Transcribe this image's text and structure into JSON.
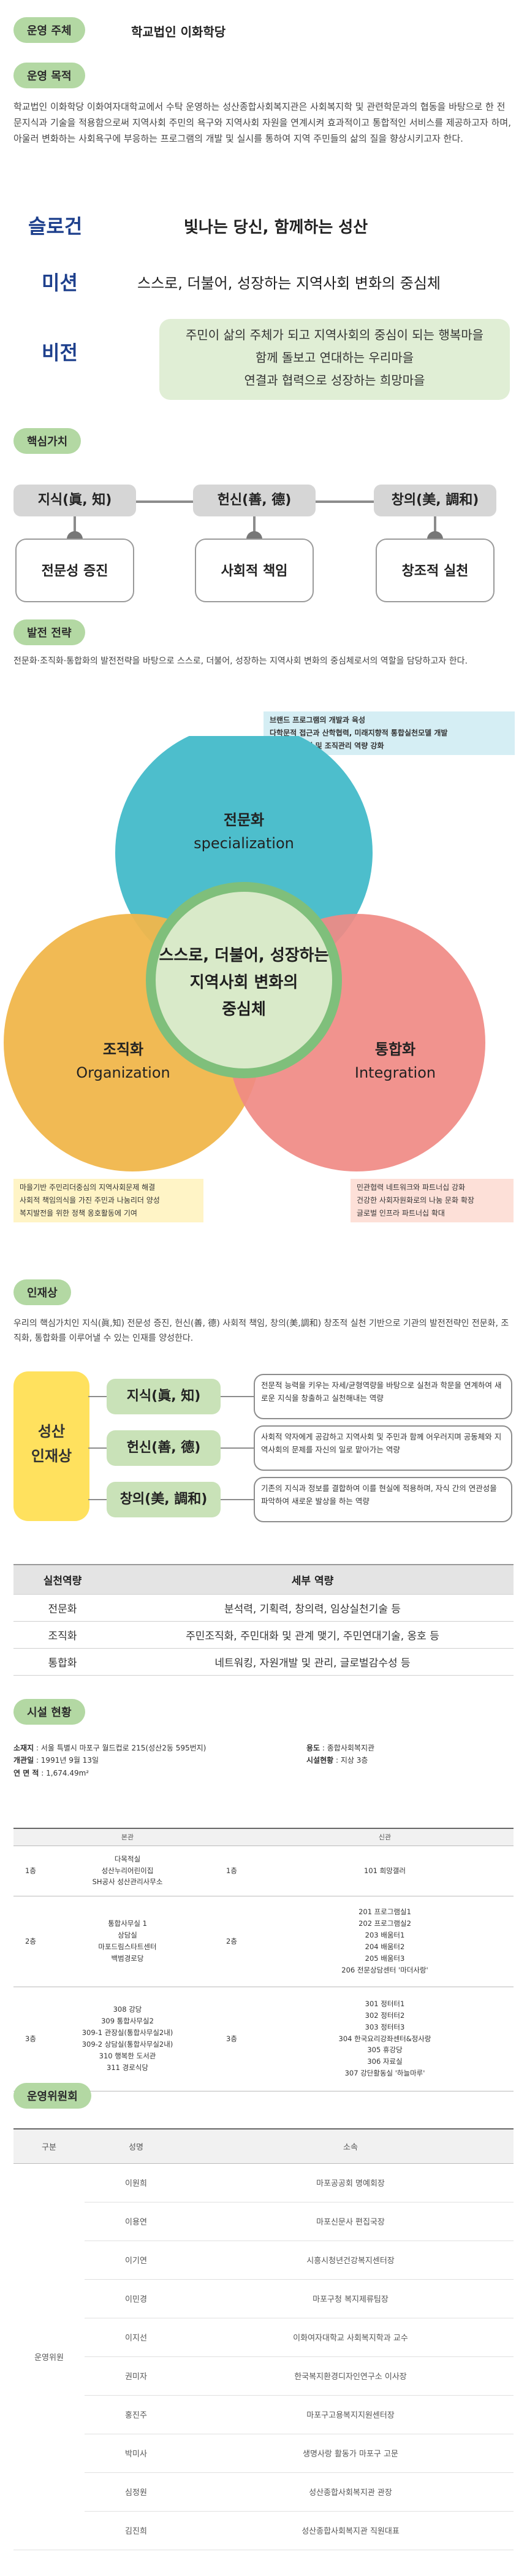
{
  "operator": {
    "label": "운영 주체",
    "value": "학교법인 이화학당"
  },
  "purpose": {
    "label": "운영 목적",
    "text": "학교법인 이화학당 이화여자대학교에서 수탁 운영하는 성산종합사회복지관은 사회복지학 및 관련학문과의 협동을 바탕으로 한 전문지식과 기술을 적용함으로써 지역사회 주민의 욕구와 지역사회 자원을 연계시켜 효과적이고 통합적인 서비스를 제공하고자 하며, 아울러 변화하는 사회욕구에 부응하는 프로그램의 개발 및 실시를 통하여 지역 주민들의 삶의 질을 향상시키고자 한다."
  },
  "slogan": {
    "label": "슬로건",
    "value": "빛나는 당신, 함께하는 성산"
  },
  "mission": {
    "label": "미션",
    "value": "스스로, 더불어, 성장하는 지역사회 변화의 중심체"
  },
  "vision": {
    "label": "비전",
    "lines": [
      "주민이 삶의 주체가 되고 지역사회의 중심이 되는 행복마을",
      "함께 돌보고 연대하는 우리마을",
      "연결과 협력으로 성장하는 희망마을"
    ]
  },
  "core_values": {
    "label": "핵심가치",
    "items": [
      {
        "title": "지식(眞, 知)",
        "value": "전문성 증진"
      },
      {
        "title": "헌신(善, 德)",
        "value": "사회적 책임"
      },
      {
        "title": "창의(美, 調和)",
        "value": "창조적 실천"
      }
    ]
  },
  "strategy": {
    "label": "발전 전략",
    "text": "전문화·조직화·통합화의 발전전략을 바탕으로 스스로, 더불어, 성장하는 지역사회 변화의 중심체로서의 역할을 담당하고자 한다.",
    "top_callout": [
      "브랜드 프로그램의 개발과 육성",
      "다학문적 접근과 산학협력, 미래지향적 통합실천모델 개발",
      "전문인력 양성 및 조직관리 역량 강화"
    ],
    "left_callout": [
      "마을기반 주민리더중심의 지역사회문제 해결",
      "사회적 책임의식을 가진 주민과 나눔리더 양성",
      "복지발전을 위한 정책 옹호활동에 기여"
    ],
    "right_callout": [
      "민관협력 네트워크와 파트너십 강화",
      "건강한 사회자원화로의 나눔 문화 확장",
      "글로벌 인프라 파트너십 확대"
    ],
    "circles": {
      "top_ko": "전문화",
      "top_en": "specialization",
      "left_ko": "조직화",
      "left_en": "Organization",
      "right_ko": "통합화",
      "right_en": "Integration",
      "center": [
        "스스로, 더불어, 성장하는",
        "지역사회 변화의",
        "중심체"
      ]
    }
  },
  "talent": {
    "label": "인재상",
    "text": "우리의 핵심가치인 지식(眞,知) 전문성 증진, 헌신(善, 德) 사회적 책임, 창의(美,調和) 창조적 실천 기반으로 기관의 발전전략인 전문화, 조직화, 통합화를 이루어낼 수 있는 인재를 양성한다.",
    "left": [
      "성산",
      "인재상"
    ],
    "rows": [
      {
        "tab": "지식(眞, 知)",
        "desc": "전문적 능력을 키우는 자세/균형역량을 바탕으로 실천과 학문을 연계하여 새로운 지식을 창출하고 실천해내는 역량"
      },
      {
        "tab": "헌신(善, 德)",
        "desc": "사회적 약자에게 공감하고 지역사회 및 주민과 함께 어우러지며 공동체와 지역사회의 문제를 자신의 일로 맡아가는 역량"
      },
      {
        "tab": "창의(美, 調和)",
        "desc": "기존의 지식과 정보를 결합하여 이를 현실에 적용하며, 자식 간의 연관성을 파악하여 새로운 발상을 하는 역량"
      }
    ]
  },
  "competency": {
    "headers": [
      "실천역량",
      "세부 역량"
    ],
    "rows": [
      [
        "전문화",
        "분석력, 기획력, 창의력, 임상실천기술 등"
      ],
      [
        "조직화",
        "주민조직화, 주민대화 및 관계 맺기, 주민연대기술, 옹호 등"
      ],
      [
        "통합화",
        "네트워킹, 자원개발 및 관리, 글로벌감수성 등"
      ]
    ]
  },
  "facility": {
    "label": "시설 현황",
    "location_label": "소재지",
    "location": "서울 특별시 마포구 월드컵로 215(성산2동 595번지)",
    "opened_label": "개관일",
    "opened": "1991년 9월 13일",
    "area_label": "연 면 적",
    "area": "1,674.49m²",
    "use_label": "용도",
    "use": "종합사회복지관",
    "scale_label": "시설현황",
    "scale": "지상 3층",
    "head_main": "본관",
    "head_new": "신관",
    "rows": [
      {
        "floor": "1층",
        "main": [
          "다목적실",
          "성산누리어린이집",
          "SH공사 성산관리사무소"
        ],
        "floor2": "1층",
        "new": [
          "101 희망갤러"
        ]
      },
      {
        "floor": "2층",
        "main": [
          "통합사무실 1",
          "상담실",
          "마포드림스타트센터",
          "백범경로당"
        ],
        "floor2": "2층",
        "new": [
          "201 프로그램실1",
          "202 프로그램실2",
          "203 배움터1",
          "204 배움터2",
          "205 배움터3",
          "206 전문상담센터 '마더사랑'"
        ]
      },
      {
        "floor": "3층",
        "main": [
          "308 강당",
          "309 통합사무실2",
          "309-1 관장실(통합사무실2내)",
          "309-2 상담실(통합사무실2내)",
          "310 행복한 도서관",
          "311 경로식당"
        ],
        "floor2": "3층",
        "new": [
          "301 정터터1",
          "302 정터터2",
          "303 정터터3",
          "304 한국요리강좌센터&정사랑",
          "305 휴강당",
          "306 자료실",
          "307 강단활동실 '하늘마루'"
        ]
      }
    ]
  },
  "committee": {
    "label": "운영위원회",
    "headers": [
      "구분",
      "성명",
      "소속"
    ],
    "group": "운영위원",
    "rows": [
      [
        "이원희",
        "마포공공회 명예회장"
      ],
      [
        "이용연",
        "마포신문사 편집국장"
      ],
      [
        "이기연",
        "시흥시청년건강복지센터장"
      ],
      [
        "이민경",
        "마포구청 복지제류팀장"
      ],
      [
        "이지선",
        "이화여자대학교 사회복지학과 교수"
      ],
      [
        "권미자",
        "한국복지환경디자인연구소 이사장"
      ],
      [
        "홍진주",
        "마포구고용복지지원센터장"
      ],
      [
        "박미사",
        "생명사랑 활동가 마포구 고문"
      ],
      [
        "심정원",
        "성산종합사회복지관 관장"
      ],
      [
        "김진희",
        "성산종합사회복지관 직원대표"
      ]
    ]
  },
  "colors": {
    "pill": "#b3d8a3",
    "navy": "#1d3f8c",
    "blue_circle": "#4dbecc",
    "orange_circle": "#f0b64b",
    "red_circle": "#f08a84",
    "center_green": "#7fbf7b",
    "center_fill": "#d9eac9",
    "yellow": "#ffe15e"
  }
}
